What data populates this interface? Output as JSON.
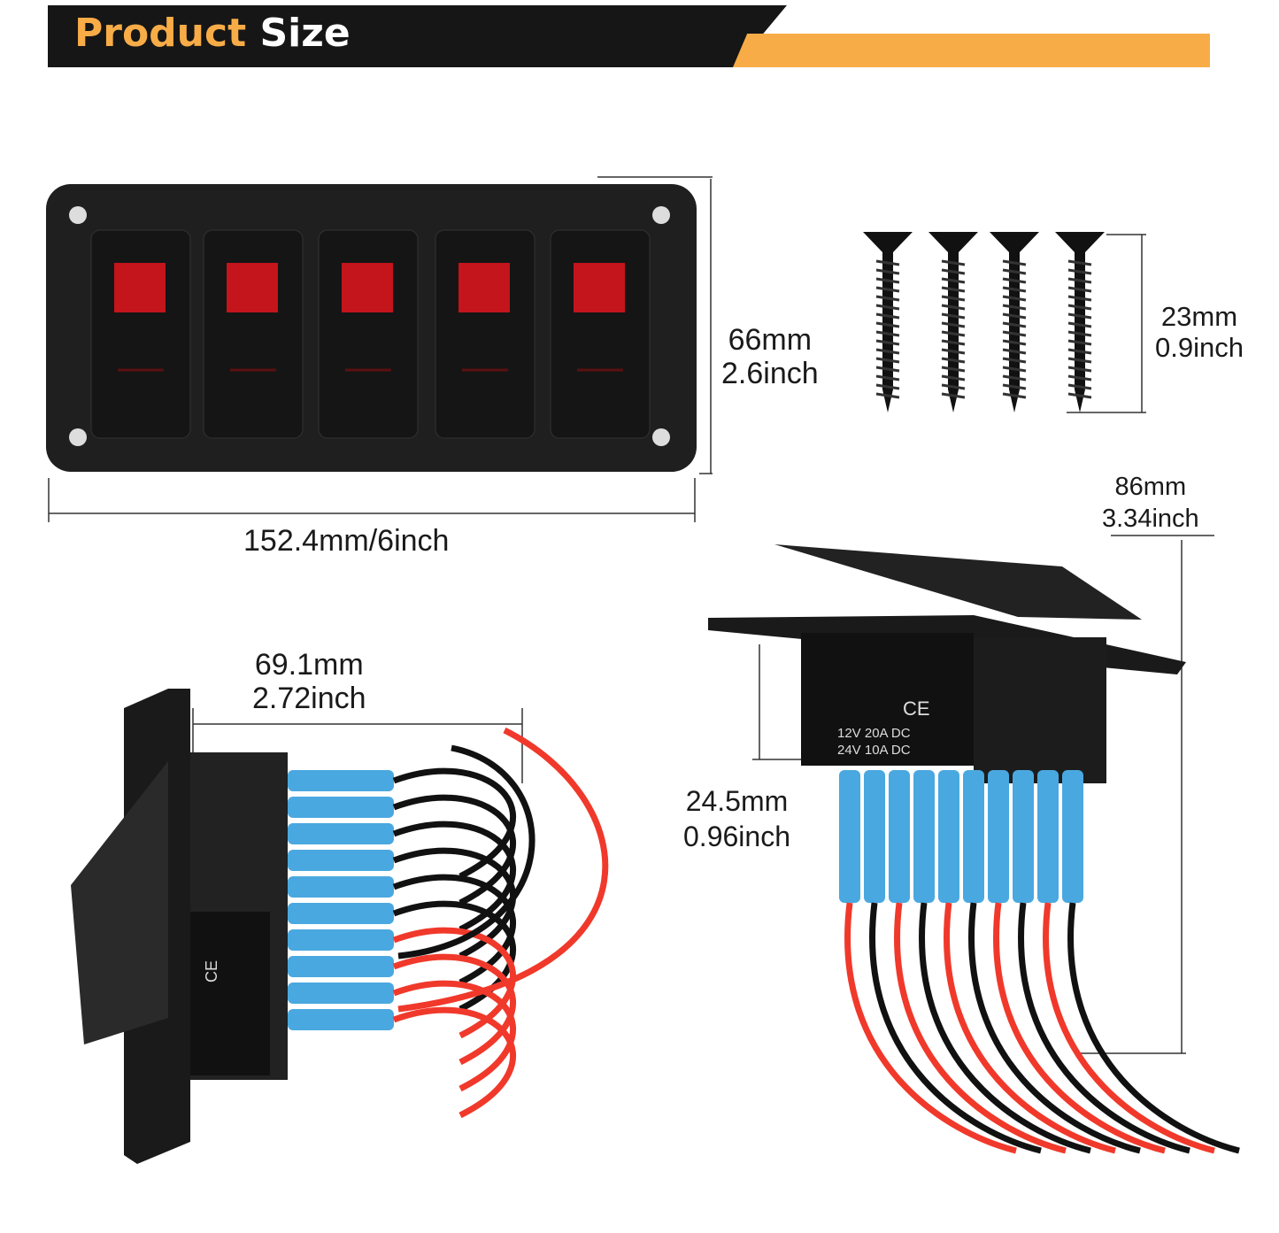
{
  "header": {
    "title_part1": "Product",
    "title_part2": "Size",
    "accent_color": "#f8ac47",
    "dark_color": "#161616"
  },
  "dimensions": {
    "panel_height": {
      "mm": "66mm",
      "inch": "2.6inch"
    },
    "panel_width": {
      "label": "152.4mm/6inch"
    },
    "screw_length": {
      "mm": "23mm",
      "inch": "0.9inch"
    },
    "switch_depth": {
      "mm": "69.1mm",
      "inch": "2.72inch"
    },
    "total_height": {
      "mm": "86mm",
      "inch": "3.34inch"
    },
    "switch_body": {
      "mm": "24.5mm",
      "inch": "0.96inch"
    }
  },
  "switch_markings": {
    "ce": "CE",
    "row1": "12V  20A  DC",
    "row2": "24V  10A  DC"
  },
  "colors": {
    "led": "#c4141c",
    "wire_red": "#f0392b",
    "connector_blue": "#4aa8e0",
    "panel": "#1f1f1f"
  }
}
